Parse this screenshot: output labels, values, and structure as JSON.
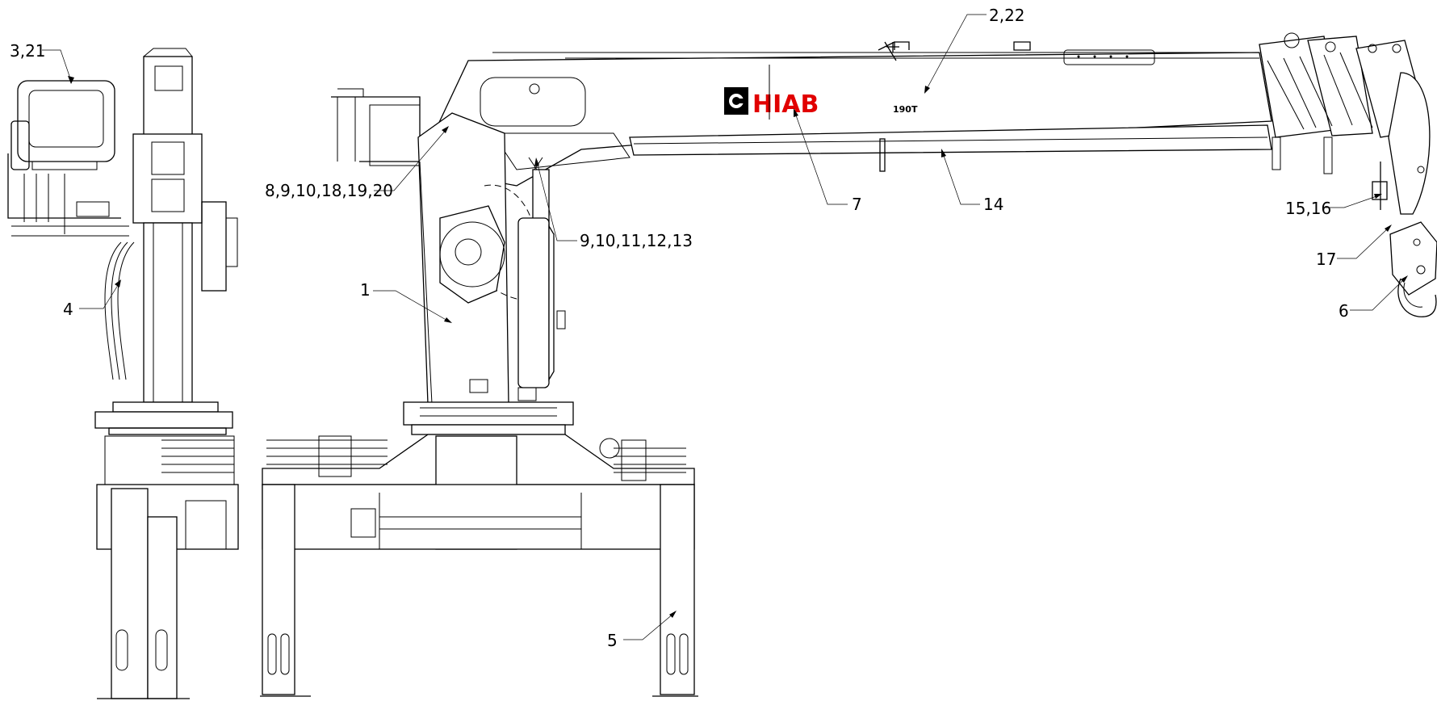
{
  "drawing": {
    "brand_text": "HIAB",
    "model_text": "190T",
    "colors": {
      "line": "#000000",
      "brand": "#e10000",
      "background": "#ffffff"
    }
  },
  "callouts": [
    {
      "id": "c-3-21",
      "text": "3,21"
    },
    {
      "id": "c-4",
      "text": "4"
    },
    {
      "id": "c-2-22",
      "text": "2,22"
    },
    {
      "id": "c-8-20",
      "text": "8,9,10,18,19,20"
    },
    {
      "id": "c-9-13",
      "text": "9,10,11,12,13"
    },
    {
      "id": "c-1",
      "text": "1"
    },
    {
      "id": "c-7",
      "text": "7"
    },
    {
      "id": "c-14",
      "text": "14"
    },
    {
      "id": "c-15-16",
      "text": "15,16"
    },
    {
      "id": "c-17",
      "text": "17"
    },
    {
      "id": "c-6",
      "text": "6"
    },
    {
      "id": "c-5",
      "text": "5"
    }
  ]
}
